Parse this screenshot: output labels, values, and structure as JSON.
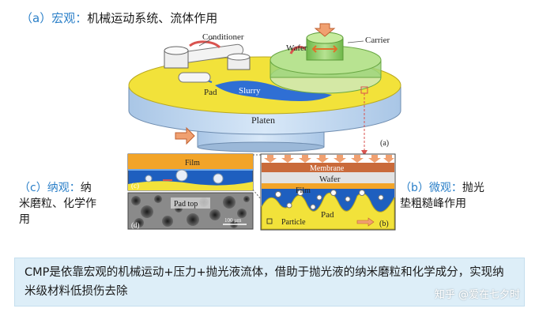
{
  "macro": {
    "tag": "（a）宏观：",
    "text": "机械运动系统、流体作用"
  },
  "nano": {
    "tag": "（c）纳观：",
    "line1_rest": "纳",
    "line2": "米磨粒、化学作",
    "line3": "用"
  },
  "micro": {
    "tag": "（b）微观：",
    "line1_rest": "抛光",
    "line2": "垫粗糙峰作用"
  },
  "diagram_a": {
    "conditioner": "Conditioner",
    "wafer": "Wafer",
    "carrier": "Carrier",
    "pad": "Pad",
    "slurry": "Slurry",
    "platen": "Platen",
    "panel": "(a)"
  },
  "diagram_c": {
    "film": "Film",
    "panel": "(c)"
  },
  "diagram_d": {
    "pad_top": "Pad top",
    "panel": "(d)",
    "scale": "100 μm"
  },
  "diagram_b": {
    "membrane": "Membrane",
    "wafer": "Wafer",
    "film": "Film",
    "pad": "Pad",
    "particle": "Particle",
    "panel": "(b)"
  },
  "caption": "CMP是依靠宏观的机械运动+压力+抛光液流体，借助于抛光液的纳米磨粒和化学成分，实现纳米级材料低损伤去除",
  "watermark": "知乎 @爱在七夕时",
  "colors": {
    "label_blue": "#2a7fc8",
    "caption_bg": "#ddeef8",
    "pad_yellow": "#f2e23a",
    "platen_blue": "#c6dcf2",
    "slurry_blue": "#2f6fd4",
    "carrier_green": "#8fcf66"
  }
}
